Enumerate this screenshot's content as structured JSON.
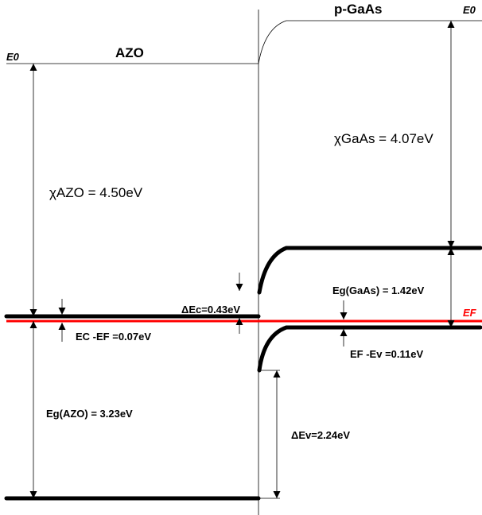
{
  "materials": {
    "left": "AZO",
    "right": "p-GaAs"
  },
  "labels": {
    "e0_left": "E0",
    "e0_right": "E0",
    "ef": "EF",
    "chi_azo": "χAZO = 4.50eV",
    "chi_gaas": "χGaAs = 4.07eV",
    "delta_ec": "ΔEc=0.43eV",
    "ec_ef": "EC -EF =0.07eV",
    "eg_gaas": "Eg(GaAs) = 1.42eV",
    "ef_ev": "EF -Ev =0.11eV",
    "eg_azo": "Eg(AZO) = 3.23eV",
    "delta_ev": "ΔEv=2.24eV"
  },
  "colors": {
    "fermi": "#ff0000",
    "band": "#000000"
  }
}
